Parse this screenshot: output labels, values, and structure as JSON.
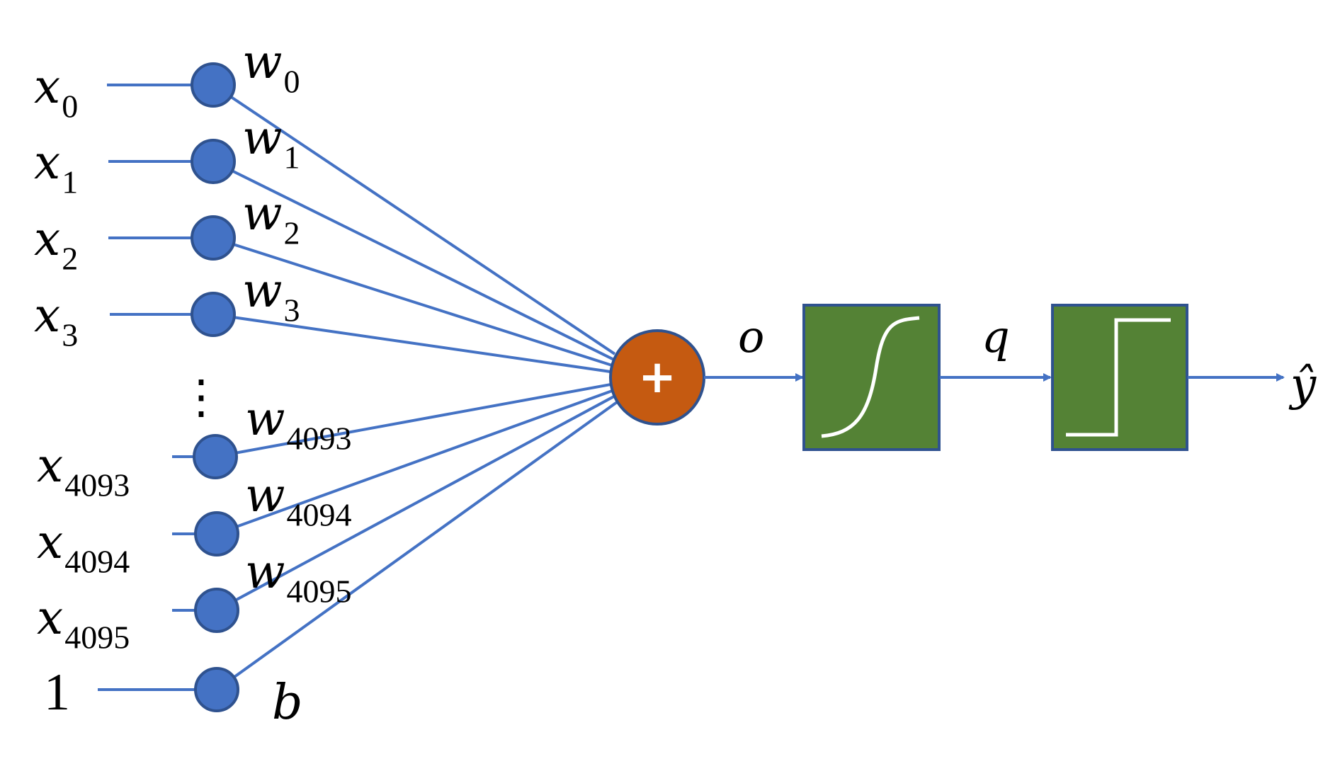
{
  "inputs": [
    {
      "var": "x",
      "index": "0",
      "weight_var": "w",
      "weight_index": "0"
    },
    {
      "var": "x",
      "index": "1",
      "weight_var": "w",
      "weight_index": "1"
    },
    {
      "var": "x",
      "index": "2",
      "weight_var": "w",
      "weight_index": "2"
    },
    {
      "var": "x",
      "index": "3",
      "weight_var": "w",
      "weight_index": "3"
    },
    {
      "var": "x",
      "index": "4093",
      "weight_var": "w",
      "weight_index": "4093"
    },
    {
      "var": "x",
      "index": "4094",
      "weight_var": "w",
      "weight_index": "4094"
    },
    {
      "var": "x",
      "index": "4095",
      "weight_var": "w",
      "weight_index": "4095"
    }
  ],
  "bias": {
    "input": "1",
    "weight": "b"
  },
  "ellipsis": "⋮",
  "summation_symbol": "+",
  "output_sum_label": "o",
  "activation_output_label": "q",
  "prediction_label": "ŷ",
  "colors": {
    "line": "#4472C4",
    "input_node": "#4472C4",
    "input_node_border": "#2F528F",
    "sum_node": "#C55A11",
    "sum_node_border": "#2F528F",
    "box_fill": "#548235",
    "box_border": "#2F528F",
    "curve": "#ffffff"
  }
}
